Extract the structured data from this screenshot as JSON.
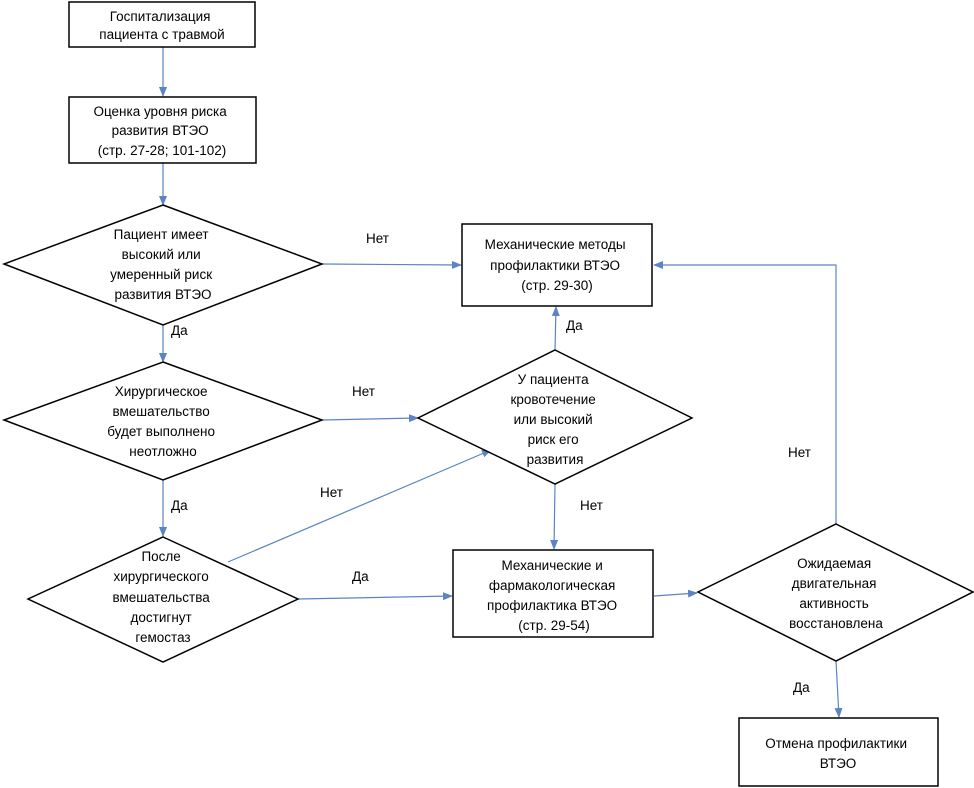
{
  "colors": {
    "arrow": "#5a84c4",
    "box_stroke": "#000000",
    "background": "#ffffff"
  },
  "nodes": {
    "hospitalization": [
      "Госпитализация",
      "пациента с травмой"
    ],
    "risk_assessment": [
      "Оценка уровня риска",
      "развития ВТЭО",
      "(стр. 27-28; 101-102)"
    ],
    "high_risk_question": [
      "Пациент имеет",
      "высокий или",
      "умеренный риск",
      "развития ВТЭО"
    ],
    "mechanical_methods": [
      "Механические методы",
      "профилактики ВТЭО",
      "(стр. 29-30)"
    ],
    "urgent_surgery_question": [
      "Хирургическое",
      "вмешательство",
      "будет выполнено",
      "неотложно"
    ],
    "bleeding_question": [
      "У пациента",
      "кровотечение",
      "или высокий",
      "риск  его",
      "развития"
    ],
    "hemostasis_question": [
      "После",
      "хирургического",
      "вмешательства",
      "достигнут",
      "гемостаз"
    ],
    "mech_pharm_prophylaxis": [
      "Механические и",
      "фармакологическая",
      "профилактика ВТЭО",
      "(стр. 29-54)"
    ],
    "mobility_question": [
      "Ожидаемая",
      "двигательная",
      "активность",
      "восстановлена"
    ],
    "cancel_prophylaxis": [
      "Отмена профилактики",
      "ВТЭО"
    ]
  },
  "edge_labels": {
    "high_risk_no": "Нет",
    "high_risk_yes": "Да",
    "urgent_no": "Нет",
    "urgent_yes": "Да",
    "bleeding_yes": "Да",
    "bleeding_no": "Нет",
    "hemostasis_no": "Нет",
    "hemostasis_yes": "Да",
    "mobility_no": "Нет",
    "mobility_yes": "Да"
  }
}
